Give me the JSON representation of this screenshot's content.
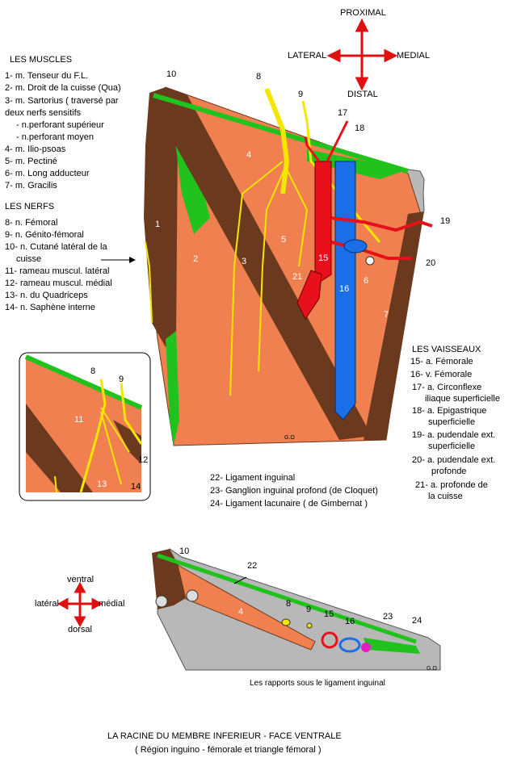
{
  "compass": {
    "proximal": "PROXIMAL",
    "distal": "DISTAL",
    "lateral": "LATERAL",
    "medial": "MEDIAL"
  },
  "muscles": {
    "heading": "LES MUSCLES",
    "items": [
      "1- m. Tenseur du F.L.",
      "2- m. Droit de la cuisse (Qua)",
      "3- m. Sartorius ( traversé par",
      "deux nerfs sensitifs",
      "- n.perforant supérieur",
      "- n.perforant moyen",
      "4- m. Ilio-psoas",
      "5- m. Pectiné",
      "6- m. Long adducteur",
      "7- m. Gracilis"
    ]
  },
  "nerves": {
    "heading": "LES NERFS",
    "items": [
      "8- n. Fémoral",
      "9- n. Génito-fémoral",
      "10- n. Cutané latéral de la",
      "cuisse",
      "11- rameau muscul. latéral",
      "12- rameau muscul. médial",
      "13- n. du Quadriceps",
      "14- n. Saphène interne"
    ]
  },
  "vessels": {
    "heading": "LES VAISSEAUX",
    "items": [
      "15- a. Fémorale",
      "16- v. Fémorale",
      "17- a. Circonflexe",
      "iliaque superficielle",
      "18- a. Epigastrique",
      "superficielle",
      "19- a. pudendale ext.",
      "superficielle",
      "20- a. pudendale ext.",
      "profonde",
      "21- a. profonde de",
      "la cuisse"
    ]
  },
  "ligaments": [
    "22- Ligament inguinal",
    "23- Ganglion inguinal profond (de Cloquet)",
    "24- Ligament lacunaire ( de Gimbernat )"
  ],
  "orient2": {
    "ventral": "ventral",
    "dorsal": "dorsal",
    "lateral": "latéral",
    "medial": "médial"
  },
  "labels_main": [
    "10",
    "8",
    "9",
    "17",
    "18",
    "4",
    "19",
    "1",
    "5",
    "15",
    "2",
    "3",
    "20",
    "21",
    "16",
    "6",
    "7"
  ],
  "labels_inset": [
    "8",
    "9",
    "11",
    "12",
    "13",
    "14"
  ],
  "labels_section": [
    "10",
    "22",
    "8",
    "9",
    "15",
    "16",
    "23",
    "4",
    "24"
  ],
  "signature": "G.O",
  "caption_section": "Les rapports sous le ligament inguinal",
  "title": "LA RACINE DU MEMBRE INFERIEUR -  FACE VENTRALE",
  "subtitle": "( Région inguino - fémorale et triangle fémoral )",
  "colors": {
    "muscle": "#f08050",
    "dark_muscle": "#6b3a1e",
    "green": "#22c21e",
    "nerve": "#f5e600",
    "artery": "#e8101a",
    "vein": "#1a6ee8",
    "bone": "#b8b8b8",
    "arrow": "#e01010"
  }
}
